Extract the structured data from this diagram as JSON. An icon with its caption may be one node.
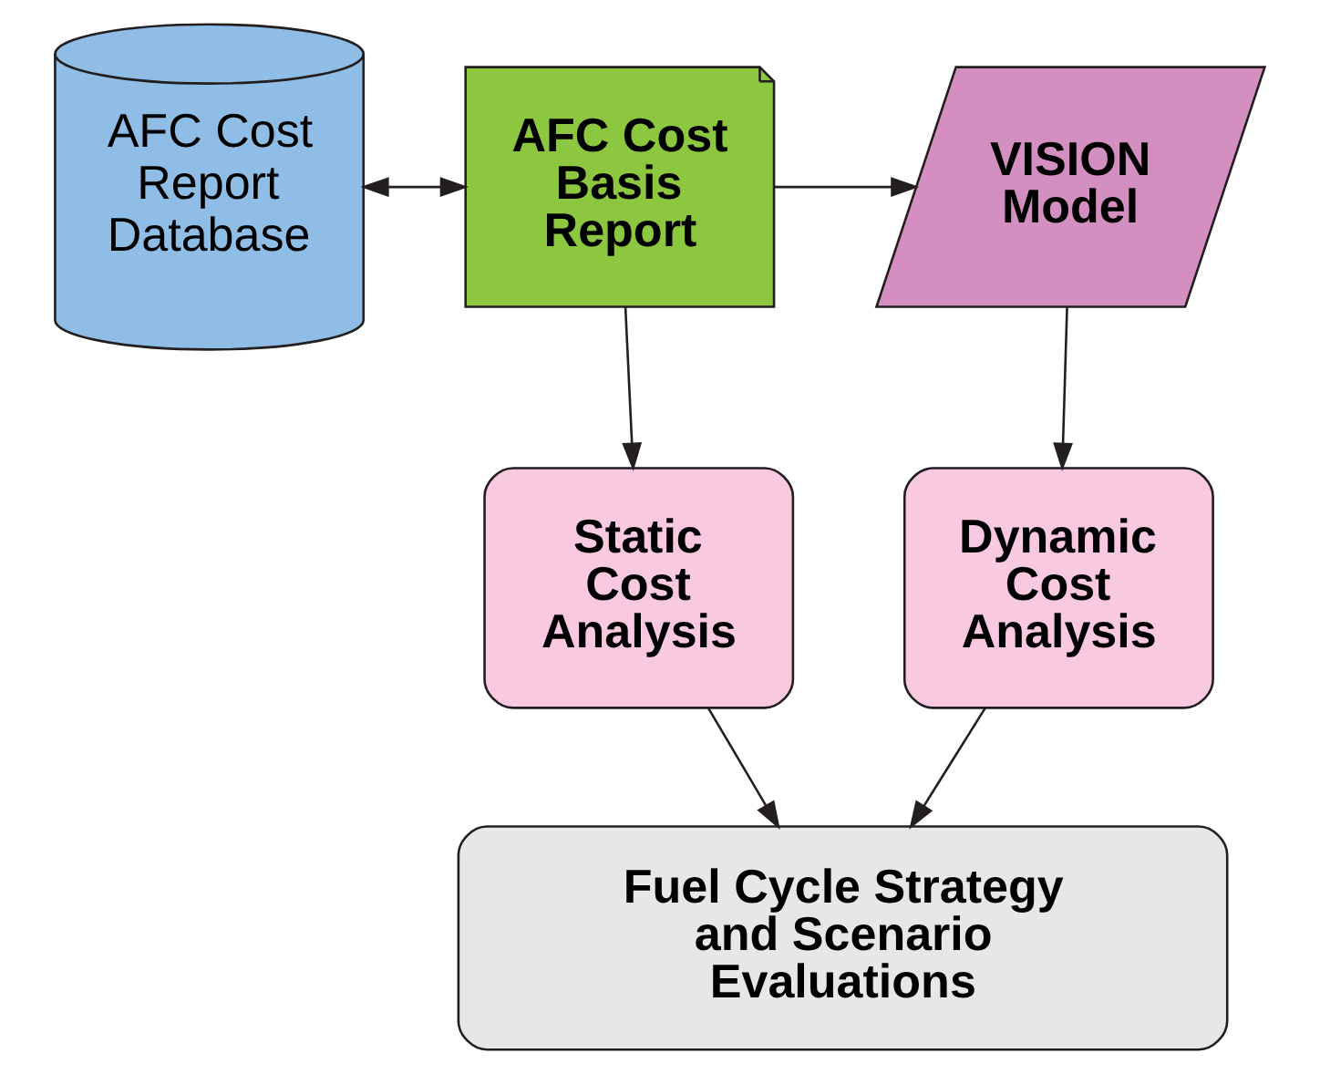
{
  "diagram": {
    "nodes": [
      {
        "text": [
          "AFC Cost Report Database"
        ]
      },
      {
        "text": [
          "AFC Cost Basis Report"
        ]
      },
      {
        "text": [
          "VISION Model"
        ]
      },
      {
        "text": [
          "Static Cost Analysis"
        ]
      },
      {
        "text": [
          "Dynamic Cost Analysis"
        ]
      },
      {
        "text": [
          "Fuel Cycle Strategy and Scenario Evaluations"
        ]
      }
    ],
    "edges": [
      {
        "from": 0,
        "to": 1,
        "arrow": "both"
      },
      {
        "from": 1,
        "to": 2,
        "arrow": "to"
      },
      {
        "from": 1,
        "to": 3,
        "arrow": "to"
      },
      {
        "from": 2,
        "to": 4,
        "arrow": "to"
      },
      {
        "from": 3,
        "to": 5,
        "arrow": "to"
      },
      {
        "from": 4,
        "to": 5,
        "arrow": "to"
      }
    ]
  }
}
